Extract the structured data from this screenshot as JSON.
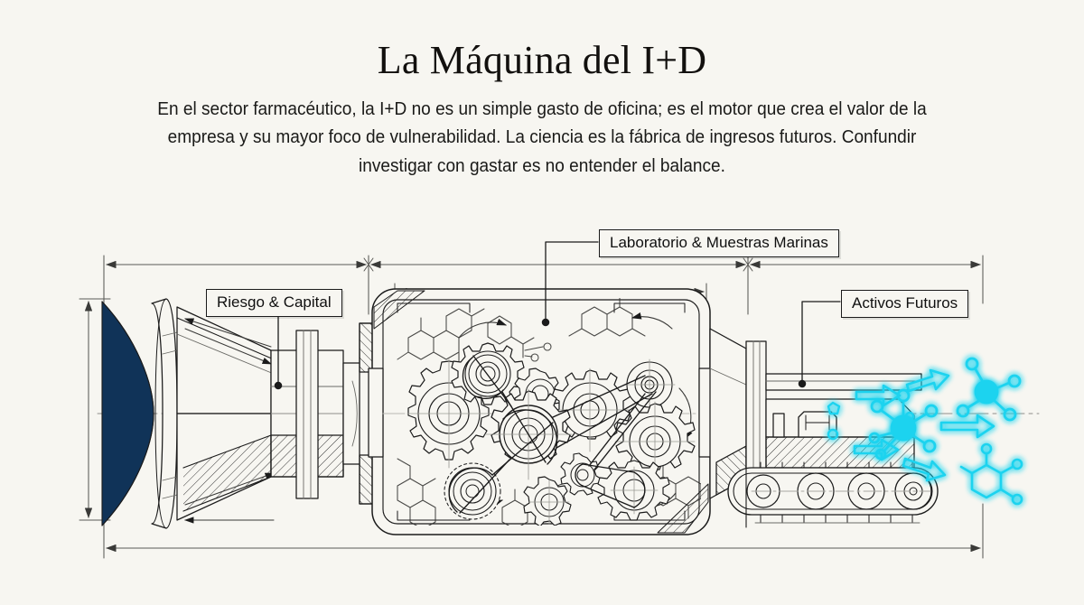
{
  "page": {
    "background_color": "#f7f6f1",
    "ink_color": "#1b1b1b",
    "navy_color": "#103358",
    "cyan_color": "#1fd3ef"
  },
  "header": {
    "title": "La Máquina del I+D",
    "subtitle": "En el sector farmacéutico, la I+D no es un simple gasto de oficina; es el motor que crea el valor de la empresa y su mayor foco de vulnerabilidad. La ciencia es la fábrica de ingresos futuros. Confundir investigar con gastar es no entender el balance."
  },
  "diagram": {
    "type": "engineering-blueprint",
    "caption_labels": [
      {
        "id": "risk",
        "label": "Riesgo & Capital",
        "points_to": "intake-cone-shaft"
      },
      {
        "id": "lab",
        "label": "Laboratorio & Muestras Marinas",
        "points_to": "gearbox-interior"
      },
      {
        "id": "assets",
        "label": "Activos Futuros",
        "points_to": "output-conveyor"
      }
    ],
    "sections": [
      {
        "id": "intake",
        "name": "Intake funnel / hopper",
        "fill": "#103358"
      },
      {
        "id": "cone",
        "name": "Tapered cone with flange ring"
      },
      {
        "id": "gearbox",
        "name": "Main housing with gear train, belts and molecules"
      },
      {
        "id": "output",
        "name": "Conveyor belt output with glowing molecules"
      }
    ],
    "dimension_lines": [
      {
        "id": "top-left",
        "orientation": "horizontal"
      },
      {
        "id": "top-center",
        "orientation": "horizontal"
      },
      {
        "id": "top-right",
        "orientation": "horizontal"
      },
      {
        "id": "top-inner",
        "orientation": "horizontal"
      },
      {
        "id": "left-height",
        "orientation": "vertical"
      },
      {
        "id": "overall",
        "orientation": "horizontal"
      }
    ]
  }
}
